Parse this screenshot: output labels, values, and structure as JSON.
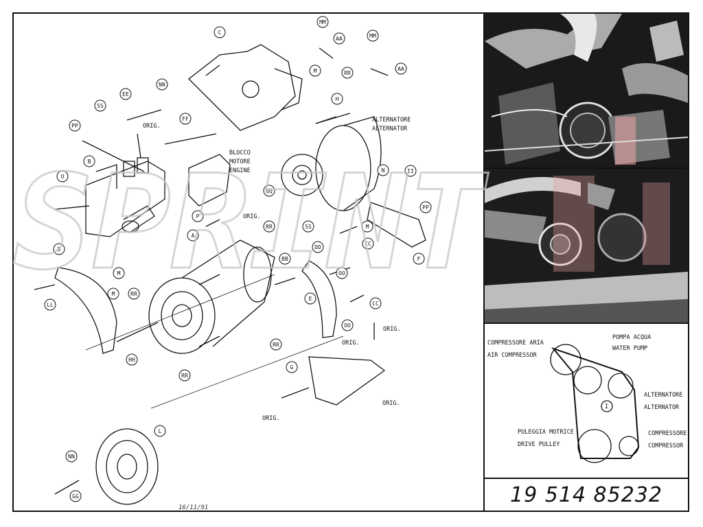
{
  "part_number": "19 514 85232",
  "watermark": "SPRINT",
  "handwritten_date": "16/11/91",
  "photo_icon": "engine-photo",
  "callouts": [
    "A",
    "B",
    "C",
    "D",
    "E",
    "F",
    "G",
    "H",
    "I",
    "L",
    "M",
    "N",
    "O",
    "P",
    "AA",
    "BB",
    "CC",
    "DD",
    "EE",
    "FF",
    "GG",
    "HH",
    "II",
    "LL",
    "MM",
    "NN",
    "OO",
    "PP",
    "QQ",
    "RR",
    "SS"
  ],
  "texts": {
    "orig": "ORIG.",
    "blocco": "BLOCCO",
    "motore": "MOTORE",
    "engine": "ENGINE",
    "alternatore": "ALTERNATORE",
    "alternator": "ALTERNATOR"
  },
  "belt_diagram": {
    "compressore_aria": "COMPRESSORE ARIA",
    "air_compressor": "AIR COMPRESSOR",
    "pompa_acqua": "POMPA ACQUA",
    "water_pump": "WATER PUMP",
    "alternatore": "ALTERNATORE",
    "alternator": "ALTERNATOR",
    "puleggia_motrice": "PULEGGIA MOTRICE",
    "drive_pulley": "DRIVE PULLEY",
    "compressore": "COMPRESSORE",
    "compressor": "COMPRESSOR",
    "idler": "I"
  }
}
